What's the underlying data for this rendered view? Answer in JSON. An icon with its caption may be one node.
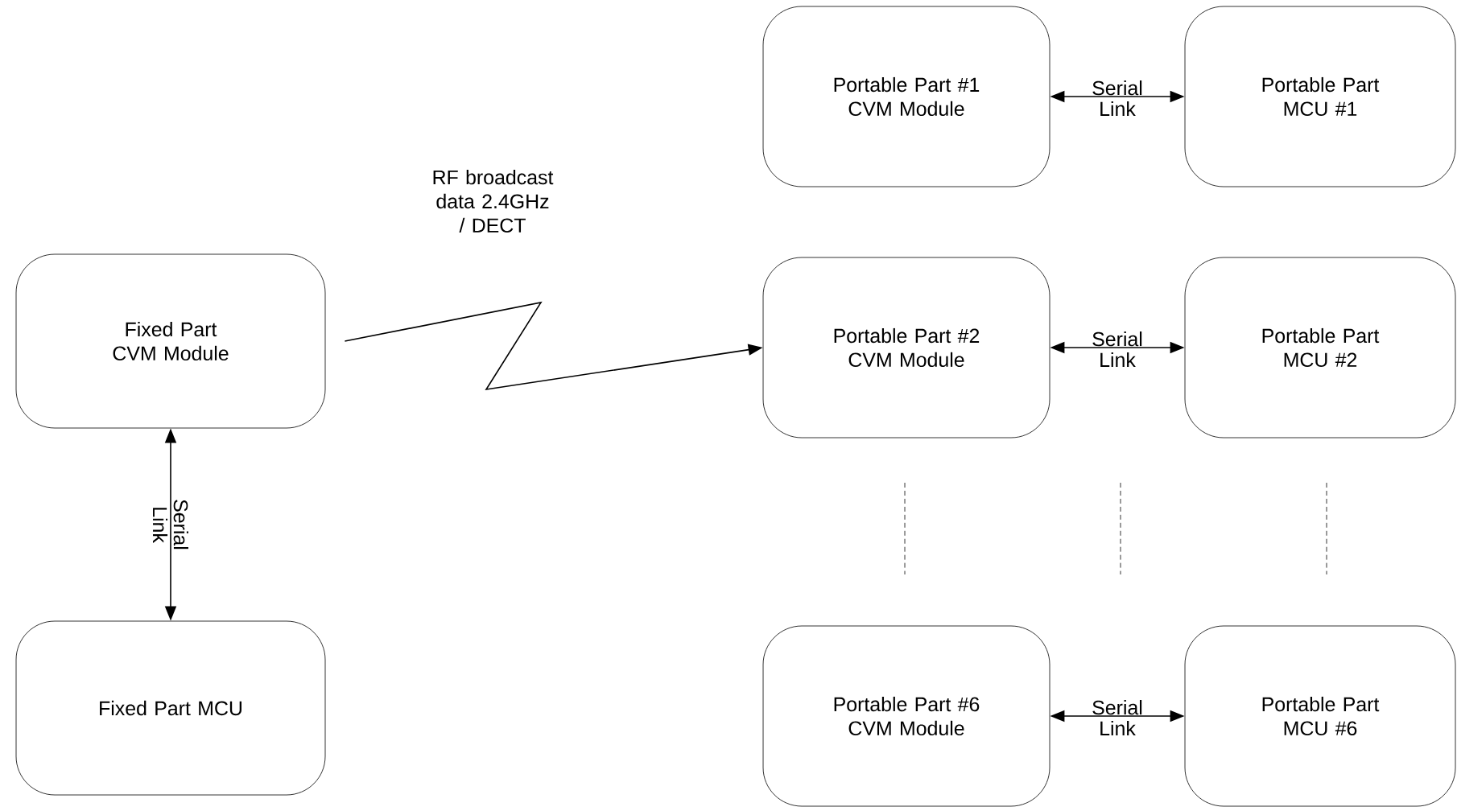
{
  "diagram": {
    "nodes": [
      {
        "text": [
          "Fixed Part CVM Module"
        ]
      },
      {
        "text": [
          "Fixed Part MCU"
        ]
      },
      {
        "text": [
          "Portable Part #1 CVM Module"
        ]
      },
      {
        "text": [
          "Portable Part MCU #1"
        ]
      },
      {
        "text": [
          "Portable Part #2 CVM Module"
        ]
      },
      {
        "text": [
          "Portable Part MCU #2"
        ]
      },
      {
        "text": [
          "Portable Part #6 CVM Module"
        ]
      },
      {
        "text": [
          "Portable Part MCU #6"
        ]
      }
    ],
    "edges": [
      {
        "from": 0,
        "to": 1,
        "arrow": "both",
        "label": "Serial Link"
      },
      {
        "from": 0,
        "to": 4,
        "arrow": "to",
        "label": "RF broadcast data 2.4GHz / DECT"
      },
      {
        "from": 2,
        "to": 3,
        "arrow": "both",
        "label": "Serial Link"
      },
      {
        "from": 4,
        "to": 5,
        "arrow": "both",
        "label": "Serial Link"
      },
      {
        "from": 6,
        "to": 7,
        "arrow": "both",
        "label": "Serial Link"
      }
    ]
  }
}
